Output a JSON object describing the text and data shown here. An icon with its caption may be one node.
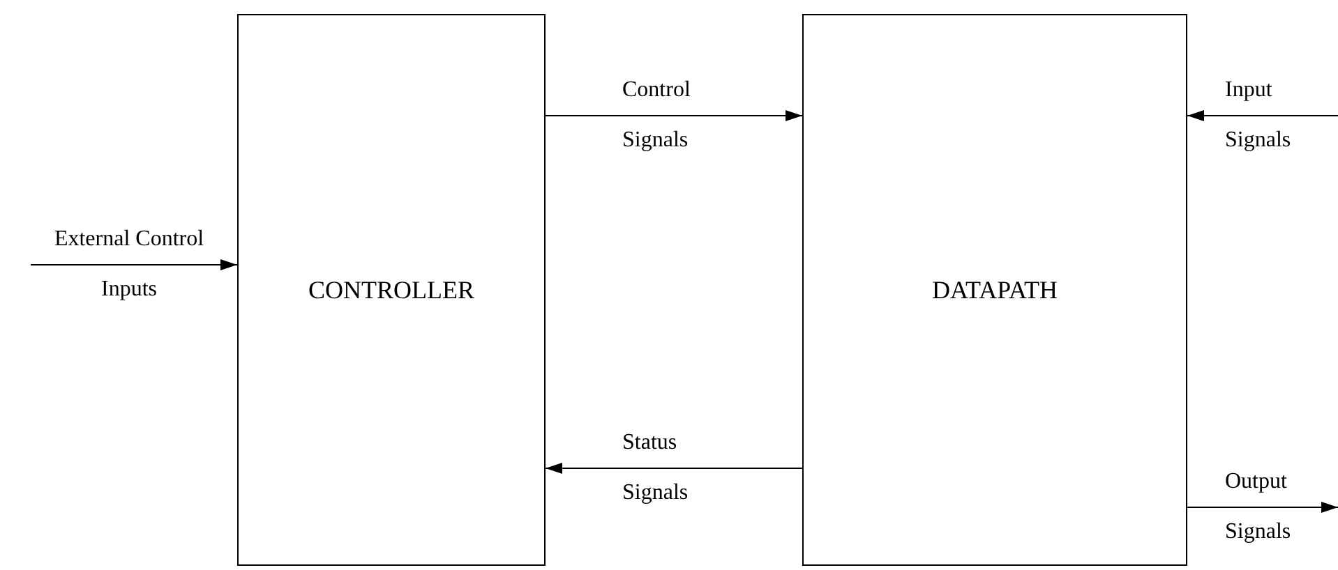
{
  "diagram": {
    "nodes": [
      {
        "text": [
          "CONTROLLER"
        ]
      },
      {
        "text": [
          "DATAPATH"
        ]
      }
    ],
    "edges": [
      {
        "from": null,
        "to": 0,
        "arrow": "to",
        "label": "External Control Inputs"
      },
      {
        "from": 0,
        "to": 1,
        "arrow": "to",
        "label": "Control Signals"
      },
      {
        "from": 1,
        "to": 0,
        "arrow": "to",
        "label": "Status Signals"
      },
      {
        "from": null,
        "to": 1,
        "arrow": "to",
        "label": "Input Signals"
      },
      {
        "from": 1,
        "to": null,
        "arrow": "to",
        "label": "Output Signals"
      }
    ]
  }
}
